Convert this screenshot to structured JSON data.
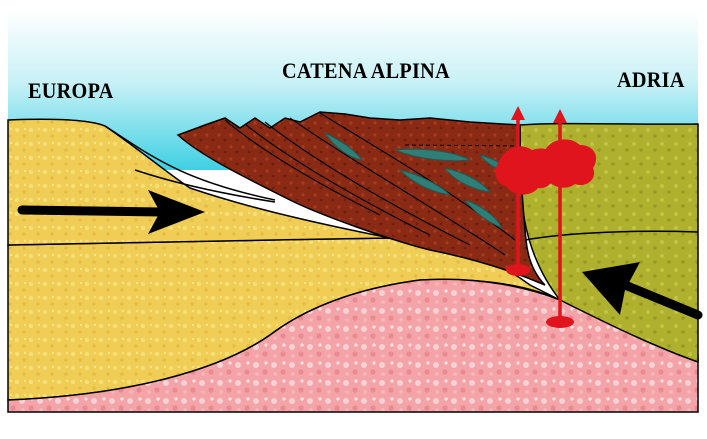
{
  "labels": {
    "europa": "EUROPA",
    "catena": "CATENA ALPINA",
    "adria": "ADRIA"
  },
  "colors": {
    "sky": "#4fd6e6",
    "european_crust": "#f0cd55",
    "alpine_chain": "#8a2a14",
    "adriatic_plate": "#aeb02e",
    "mantle": "#f4a4a8",
    "magma": "#e0141c",
    "ophiolite": "#2f7f78",
    "arrow": "#000000"
  },
  "icons": {
    "europa_motion": "arrow-right-icon",
    "adria_motion": "arrow-left-down-icon",
    "magma_conduit": "magma-conduit-icon"
  }
}
